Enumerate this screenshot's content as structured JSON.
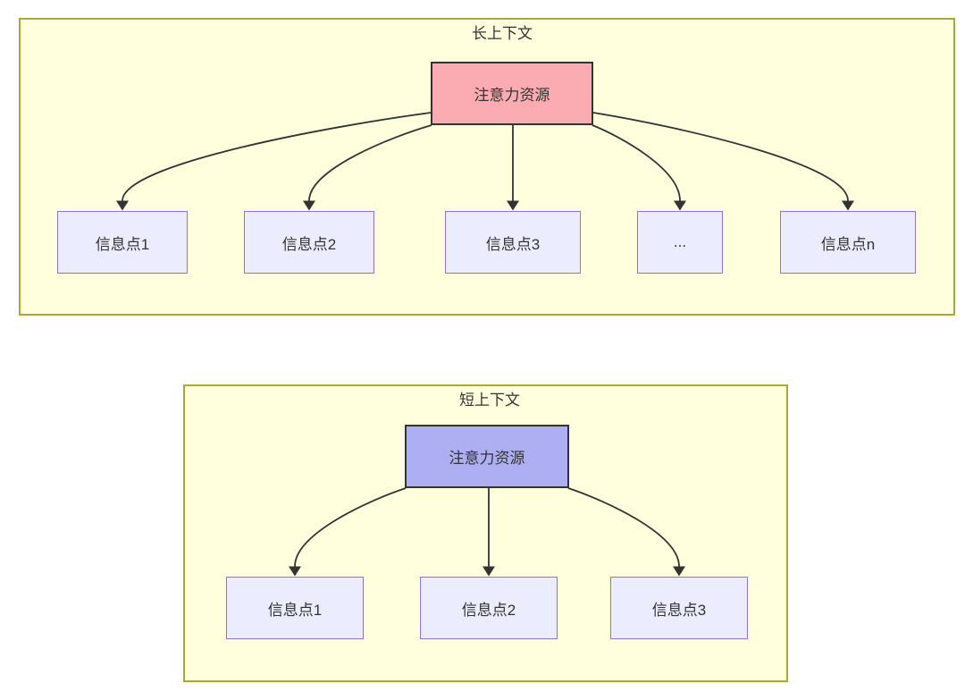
{
  "diagram": {
    "type": "flowchart-attention-comparison",
    "clusters": {
      "long": {
        "title": "长上下文",
        "attention_label": "注意力资源",
        "info_nodes": [
          "信息点1",
          "信息点2",
          "信息点3",
          "...",
          "信息点n"
        ]
      },
      "short": {
        "title": "短上下文",
        "attention_label": "注意力资源",
        "info_nodes": [
          "信息点1",
          "信息点2",
          "信息点3"
        ]
      }
    },
    "colors": {
      "cluster_fill": "#ffffde",
      "cluster_border": "#aaaa33",
      "node_fill": "#ececff",
      "node_border": "#9370db",
      "attention_long_fill": "#fbacb2",
      "attention_short_fill": "#aeaef2",
      "attention_border": "#333333",
      "edge": "#333333",
      "text": "#333333"
    }
  }
}
